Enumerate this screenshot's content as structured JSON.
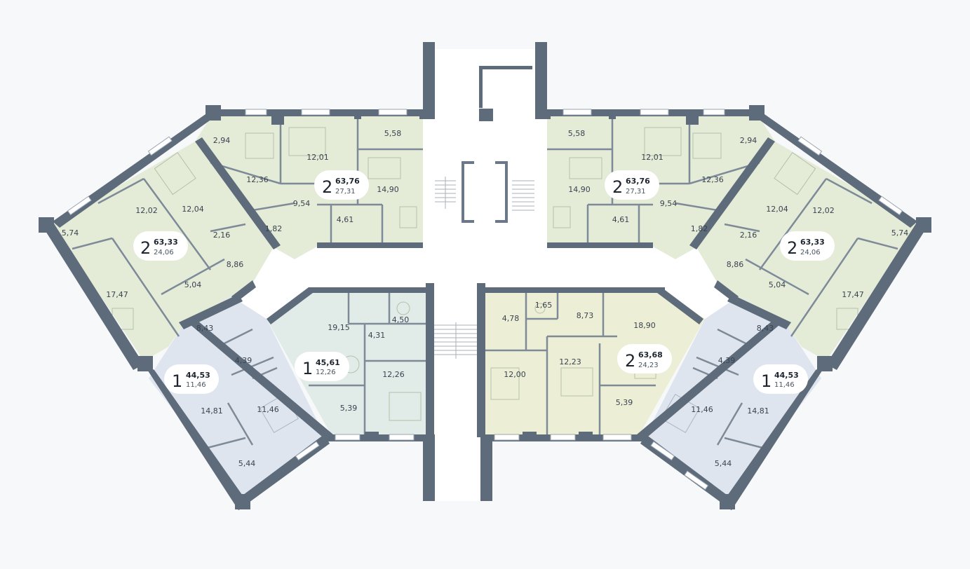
{
  "colors": {
    "wall": "#5d6b7b",
    "apartment_green": "#e4ebd7",
    "apartment_blue": "#dfe5ee",
    "apartment_mint": "#e1ebe7",
    "apartment_yellow": "#ecefd6",
    "corridor": "#ffffff",
    "background": "#f7f8f9"
  },
  "apartments": [
    {
      "id": "tl-top",
      "rooms": "2",
      "total": "63,76",
      "living": "27,31",
      "color": "apartment_green"
    },
    {
      "id": "tr-top",
      "rooms": "2",
      "total": "63,76",
      "living": "27,31",
      "color": "apartment_green"
    },
    {
      "id": "l-wing",
      "rooms": "2",
      "total": "63,33",
      "living": "24,06",
      "color": "apartment_green"
    },
    {
      "id": "r-wing",
      "rooms": "2",
      "total": "63,33",
      "living": "24,06",
      "color": "apartment_green"
    },
    {
      "id": "l-low",
      "rooms": "1",
      "total": "44,53",
      "living": "11,46",
      "color": "apartment_blue"
    },
    {
      "id": "c-left",
      "rooms": "1",
      "total": "45,61",
      "living": "12,26",
      "color": "apartment_mint"
    },
    {
      "id": "c-right",
      "rooms": "2",
      "total": "63,68",
      "living": "24,23",
      "color": "apartment_yellow"
    },
    {
      "id": "r-low",
      "rooms": "1",
      "total": "44,53",
      "living": "11,46",
      "color": "apartment_blue"
    }
  ],
  "room_areas": {
    "tl": [
      "2,94",
      "12,01",
      "5,58",
      "12,36",
      "14,90",
      "9,54",
      "4,61",
      "1,82"
    ],
    "tr": [
      "5,58",
      "12,01",
      "2,94",
      "14,90",
      "12,36",
      "9,54",
      "4,61",
      "1,82"
    ],
    "lw": [
      "12,02",
      "12,04",
      "5,74",
      "2,16",
      "8,86",
      "5,04",
      "17,47"
    ],
    "rw": [
      "12,04",
      "12,02",
      "5,74",
      "2,16",
      "8,86",
      "5,04",
      "17,47"
    ],
    "ll": [
      "8,43",
      "4,39",
      "14,81",
      "11,46",
      "5,44"
    ],
    "cl": [
      "19,15",
      "4,50",
      "4,31",
      "12,26",
      "5,39"
    ],
    "cr": [
      "4,78",
      "1,65",
      "8,73",
      "18,90",
      "12,00",
      "12,23",
      "5,39"
    ],
    "rl": [
      "8,43",
      "4,39",
      "11,46",
      "14,81",
      "5,44"
    ]
  }
}
